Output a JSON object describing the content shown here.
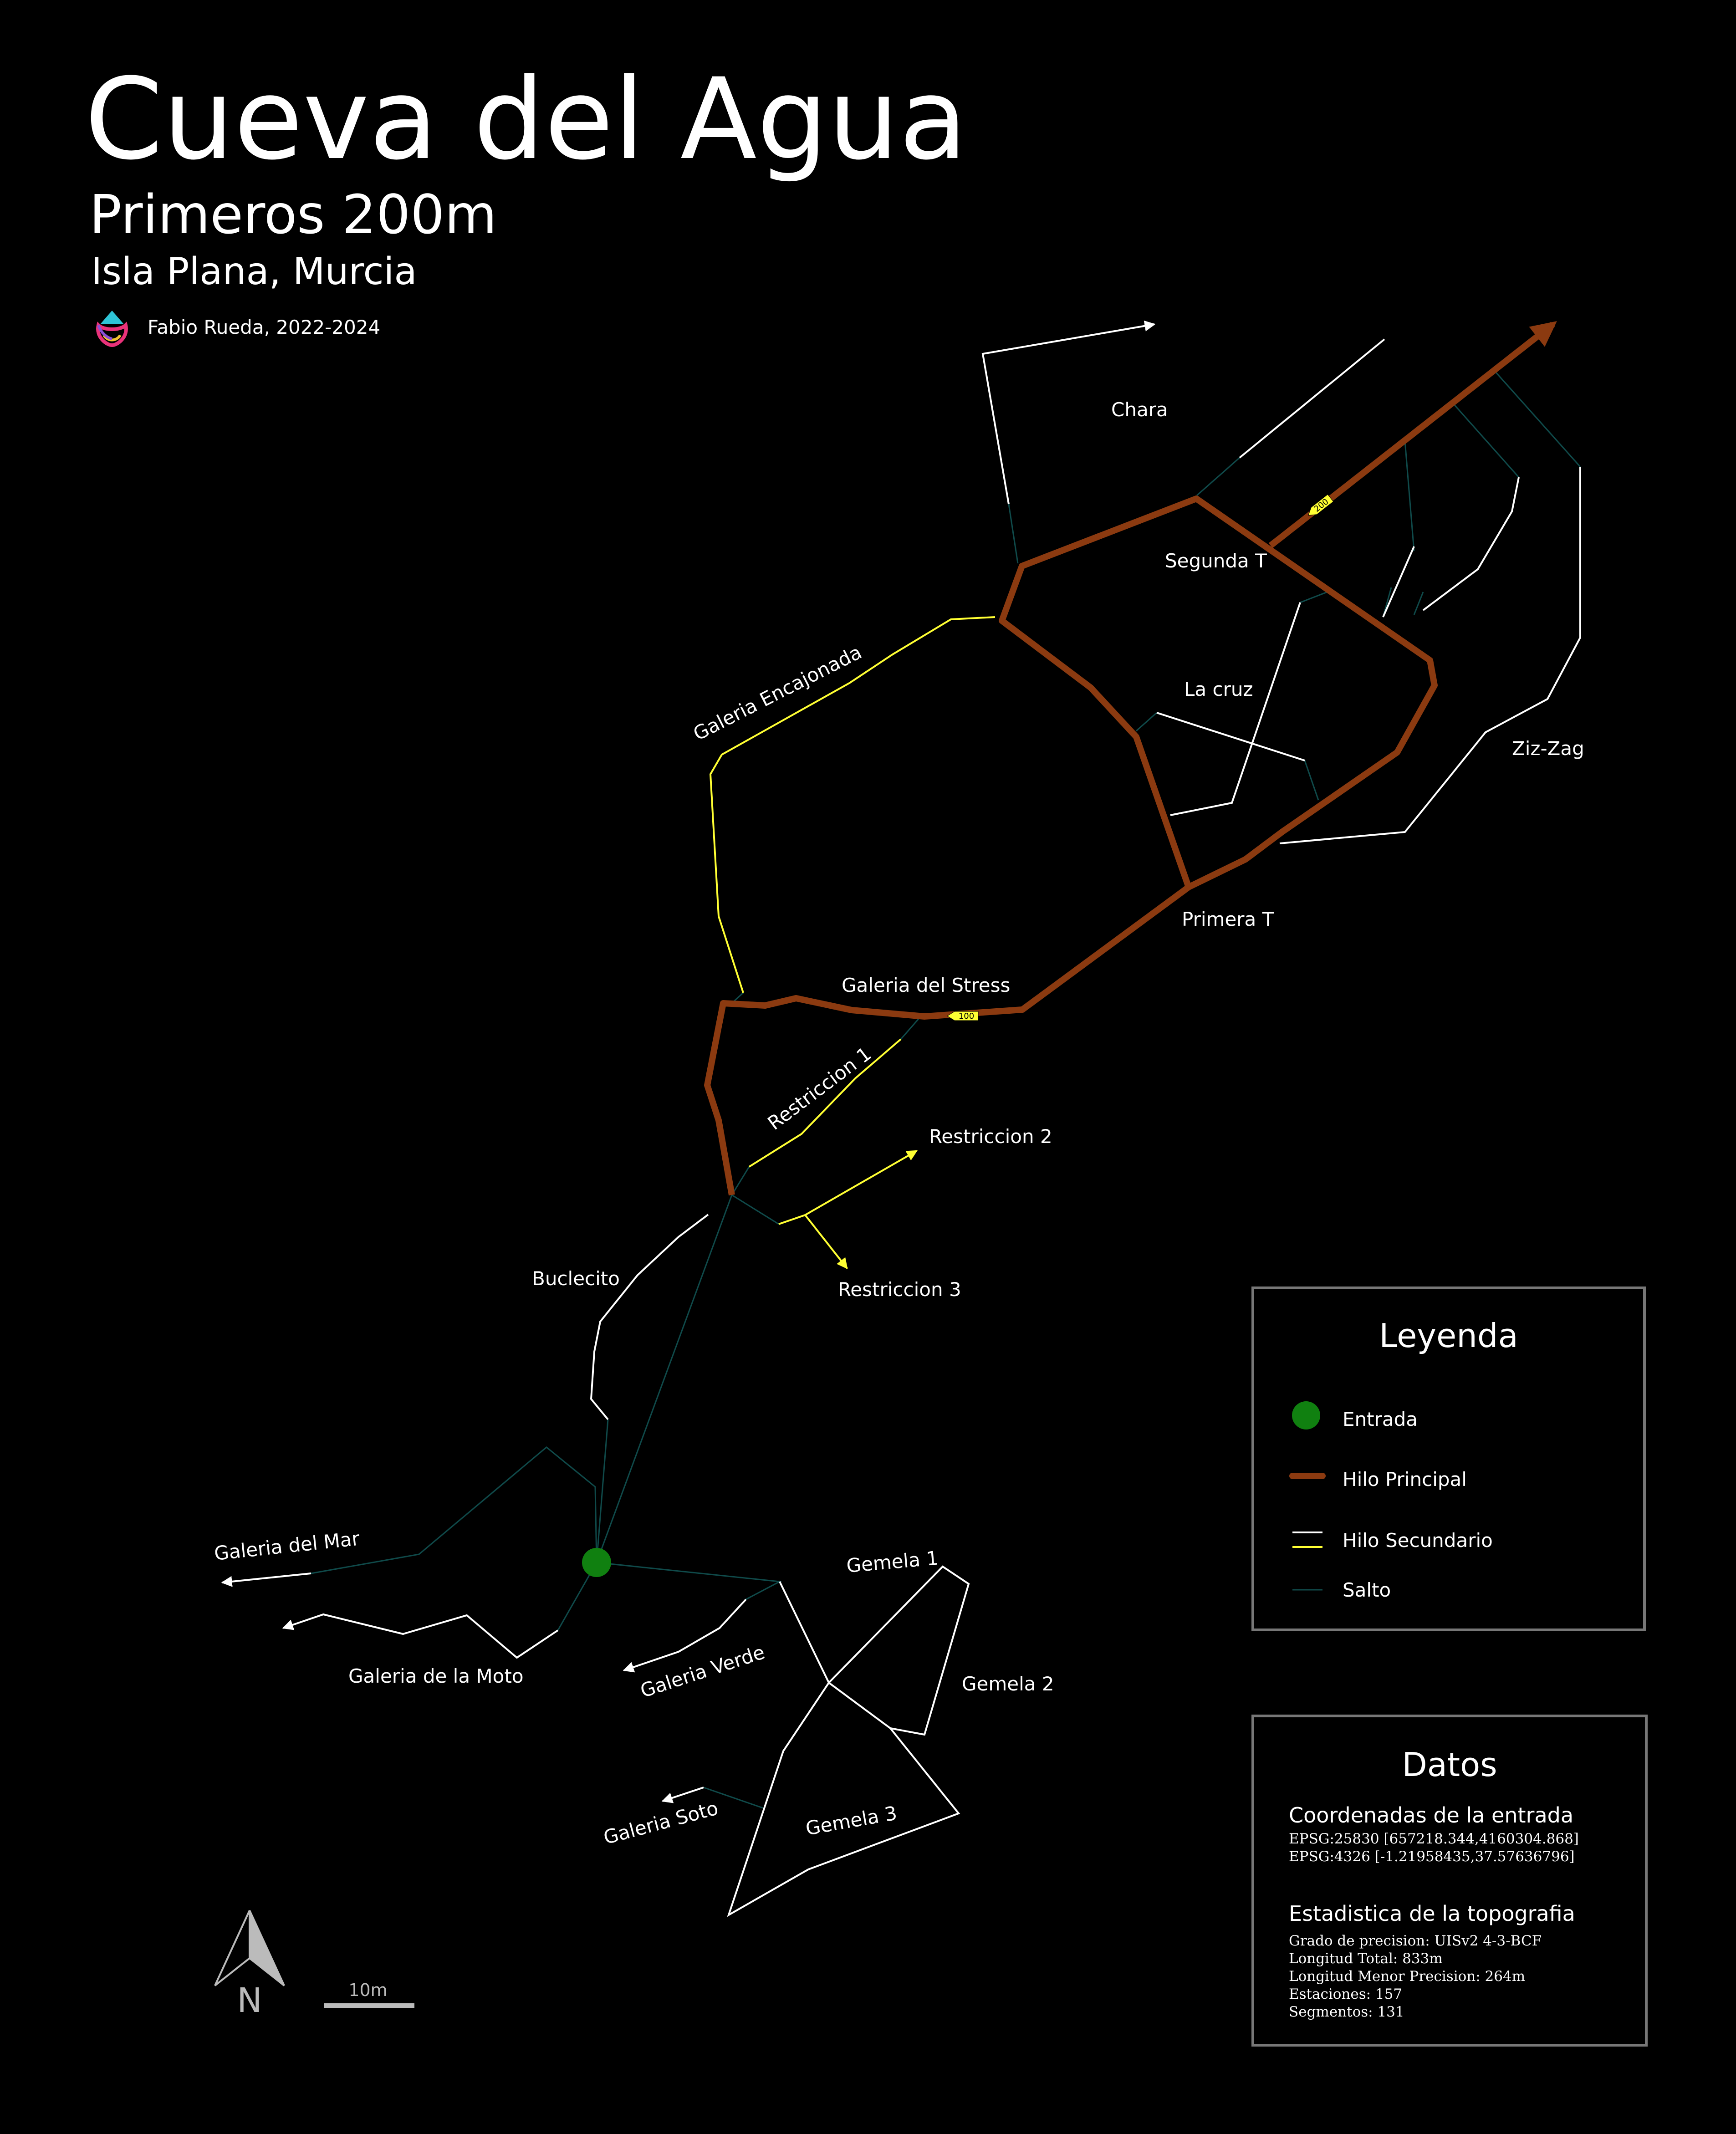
{
  "header": {
    "title": "Cueva del Agua",
    "subtitle": "Primeros 200m",
    "location": "Isla Plana, Murcia",
    "author": "Fabio Rueda, 2022-2024"
  },
  "map_labels": {
    "chara": "Chara",
    "segunda_t": "Segunda T",
    "la_cruz": "La cruz",
    "ziz_zag": "Ziz-Zag",
    "galeria_encajonada": "Galeria Encajonada",
    "primera_t": "Primera T",
    "galeria_del_stress": "Galeria del Stress",
    "restriccion_1": "Restriccion 1",
    "restriccion_2": "Restriccion 2",
    "restriccion_3": "Restriccion 3",
    "buclecito": "Buclecito",
    "galeria_del_mar": "Galeria del Mar",
    "galeria_de_la_moto": "Galeria de la Moto",
    "galeria_verde": "Galeria Verde",
    "gemela_1": "Gemela 1",
    "gemela_2": "Gemela 2",
    "gemela_3": "Gemela 3",
    "galeria_soto": "Galeria Soto",
    "marker_100": "100",
    "marker_200": "200"
  },
  "compass": {
    "north": "N"
  },
  "scale": {
    "label": "10m"
  },
  "legend": {
    "title": "Leyenda",
    "items": [
      {
        "label": "Entrada",
        "symbol": "green-dot",
        "color": "#108010"
      },
      {
        "label": "Hilo Principal",
        "symbol": "thick-line",
        "color": "#8b3a10"
      },
      {
        "label": "Hilo Secundario",
        "symbol": "double-line",
        "colors": [
          "#ffffff",
          "#ffff33"
        ]
      },
      {
        "label": "Salto",
        "symbol": "thin-line",
        "color": "#0f4a4a"
      }
    ]
  },
  "datos": {
    "title": "Datos",
    "coords_heading": "Coordenadas de la entrada",
    "coords_lines": [
      "EPSG:25830 [657218.344,4160304.868]",
      "EPSG:4326  [-1.21958435,37.57636796]"
    ],
    "stats_heading": "Estadistica de la topografia",
    "stats_lines": [
      "Grado de precision: UISv2 4-3-BCF",
      "Longitud Total: 833m",
      "Longitud Menor Precision: 264m",
      "Estaciones: 157",
      "Segmentos: 131"
    ]
  },
  "colors": {
    "background": "#000000",
    "main_thread": "#8b3a10",
    "secondary_white": "#ffffff",
    "secondary_yellow": "#ffff33",
    "jump": "#0f4a4a",
    "entrance": "#108010",
    "box_border": "#777777"
  }
}
